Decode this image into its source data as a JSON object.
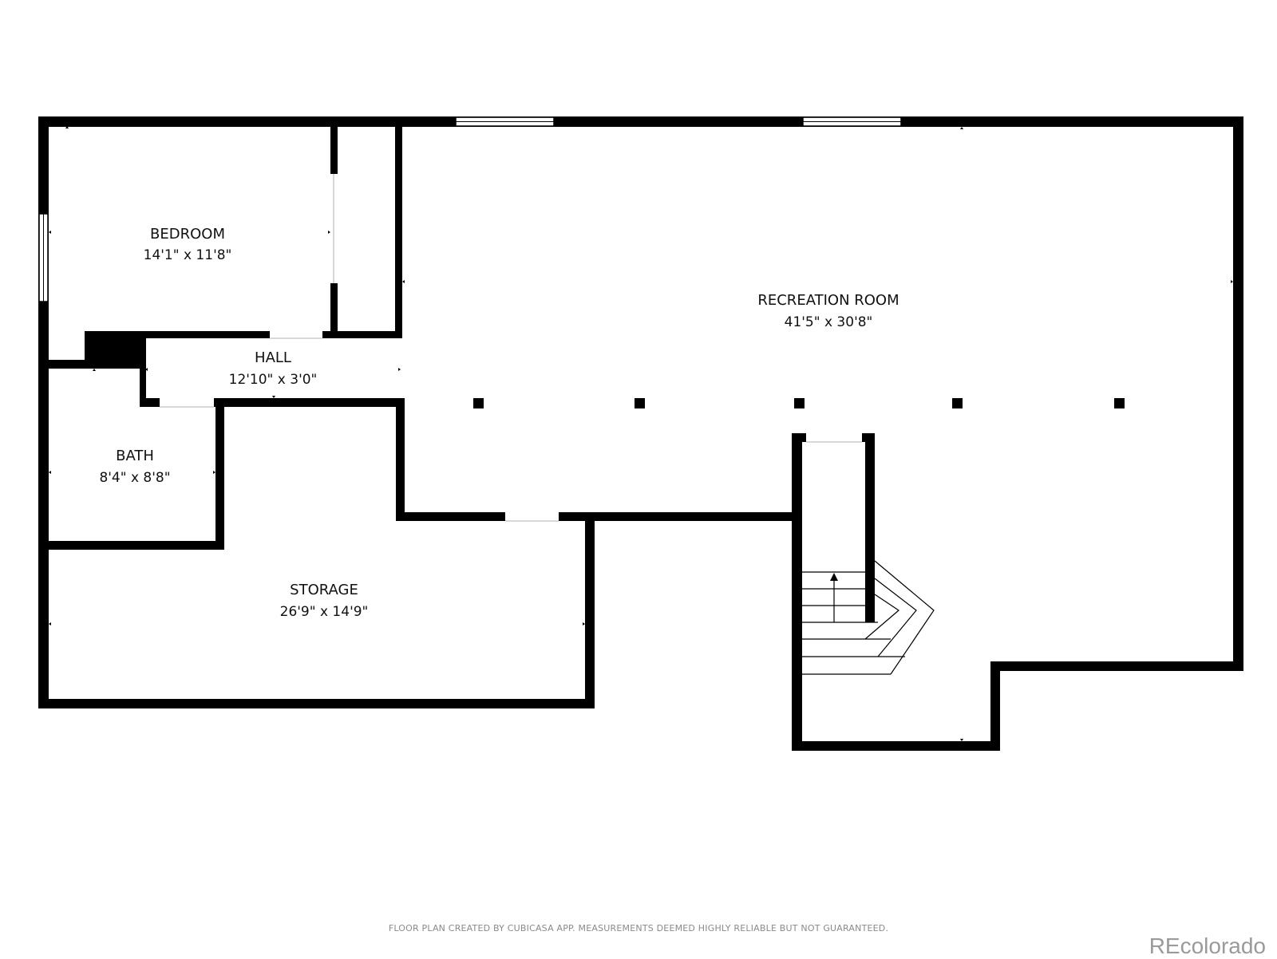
{
  "rooms": {
    "bedroom": {
      "name": "BEDROOM",
      "dims": "14'1\" x 11'8\""
    },
    "hall": {
      "name": "HALL",
      "dims": "12'10\" x 3'0\""
    },
    "bath": {
      "name": "BATH",
      "dims": "8'4\" x 8'8\""
    },
    "storage": {
      "name": "STORAGE",
      "dims": "26'9\" x 14'9\""
    },
    "recreation": {
      "name": "RECREATION ROOM",
      "dims": "41'5\" x 30'8\""
    }
  },
  "footer": {
    "disclaimer": "FLOOR PLAN CREATED BY CUBICASA APP. MEASUREMENTS DEEMED HIGHLY RELIABLE BUT NOT GUARANTEED.",
    "brand": "REcolorado"
  },
  "colors": {
    "wall": "#000000",
    "background": "#ffffff",
    "text": "#111111",
    "footer_text": "#8a8a8a"
  }
}
